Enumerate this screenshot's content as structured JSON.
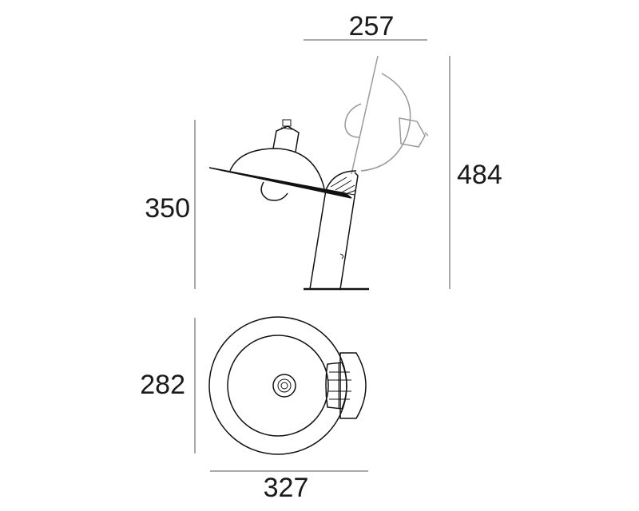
{
  "dimensions": {
    "top_width": "257",
    "total_height": "484",
    "base_height": "350",
    "plan_depth": "282",
    "plan_width": "327"
  }
}
